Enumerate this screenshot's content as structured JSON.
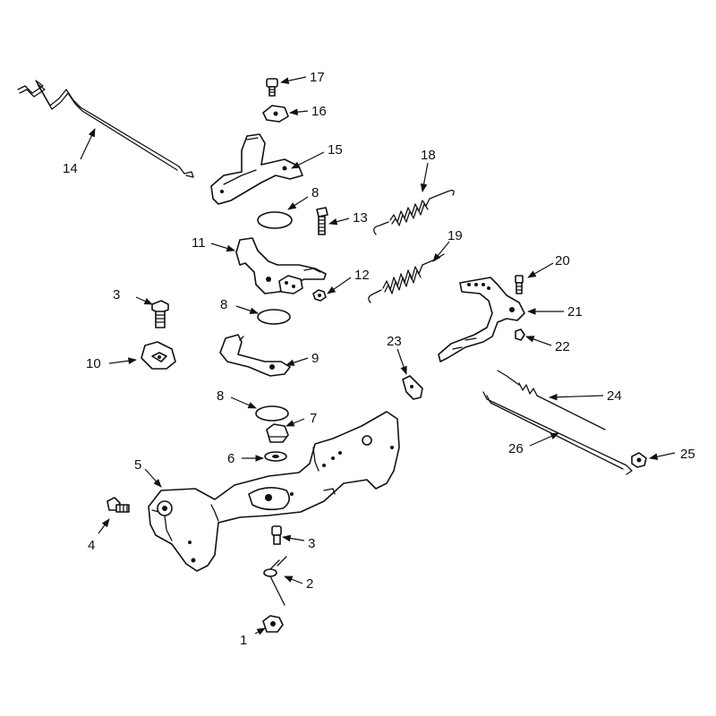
{
  "callouts": [
    {
      "label": "1"
    },
    {
      "label": "2"
    },
    {
      "label": "3"
    },
    {
      "label": "3"
    },
    {
      "label": "4"
    },
    {
      "label": "5"
    },
    {
      "label": "6"
    },
    {
      "label": "7"
    },
    {
      "label": "8"
    },
    {
      "label": "8"
    },
    {
      "label": "8"
    },
    {
      "label": "9"
    },
    {
      "label": "10"
    },
    {
      "label": "11"
    },
    {
      "label": "12"
    },
    {
      "label": "13"
    },
    {
      "label": "14"
    },
    {
      "label": "15"
    },
    {
      "label": "16"
    },
    {
      "label": "17"
    },
    {
      "label": "18"
    },
    {
      "label": "19"
    },
    {
      "label": "20"
    },
    {
      "label": "21"
    },
    {
      "label": "22"
    },
    {
      "label": "23"
    },
    {
      "label": "24"
    },
    {
      "label": "25"
    },
    {
      "label": "26"
    }
  ]
}
